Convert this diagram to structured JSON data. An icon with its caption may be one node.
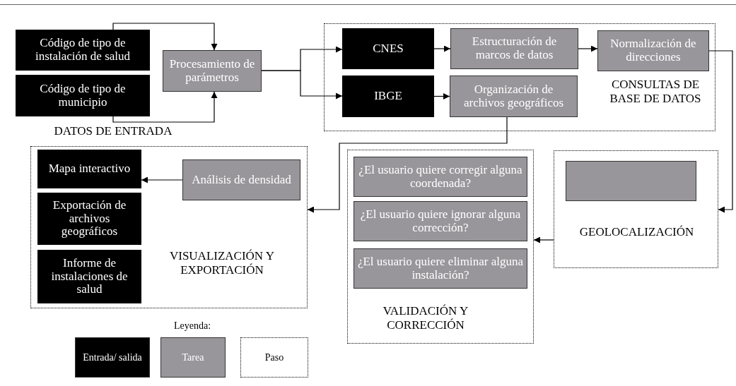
{
  "diagram": {
    "nodes": [
      {
        "text": [
          "Código de tipo de instalación de salud"
        ]
      },
      {
        "text": [
          "Código de tipo de municipio"
        ]
      },
      {
        "text": [
          "Procesamiento de parámetros"
        ]
      },
      {
        "text": [
          "CONSULTAS DE BASE DE DATOS"
        ]
      },
      {
        "text": [
          "CNES"
        ],
        "in": 3
      },
      {
        "text": [
          "Estructuración de marcos de datos"
        ],
        "in": 3
      },
      {
        "text": [
          "Normalización de direcciones"
        ],
        "in": 3
      },
      {
        "text": [
          "IBGE"
        ],
        "in": 3
      },
      {
        "text": [
          "Organización de archivos geográficos"
        ],
        "in": 3
      },
      {
        "text": [
          "VISUALIZACIÓN Y EXPORTACIÓN"
        ]
      },
      {
        "text": [
          "Mapa interactivo"
        ],
        "in": 9
      },
      {
        "text": [
          "Exportación de archivos geográficos"
        ],
        "in": 9
      },
      {
        "text": [
          "Informe de instalaciones de salud"
        ],
        "in": 9
      },
      {
        "text": [
          "Análisis de densidad"
        ],
        "in": 9
      },
      {
        "text": [
          "VALIDACIÓN Y CORRECCIÓN"
        ]
      },
      {
        "text": [
          "¿El usuario quiere corregir alguna coordenada?"
        ],
        "in": 14
      },
      {
        "text": [
          "¿El usuario quiere ignorar alguna corrección?"
        ],
        "in": 14
      },
      {
        "text": [
          "¿El usuario quiere eliminar alguna instalación?"
        ],
        "in": 14
      },
      {
        "text": [
          "GEOLOCALIZACIÓN"
        ]
      },
      {
        "text": [],
        "shape": "box",
        "in": 18
      }
    ],
    "edges": [
      {
        "from": 0,
        "to": 2,
        "arrow": "to"
      },
      {
        "from": 1,
        "to": 2,
        "arrow": "to"
      },
      {
        "from": 2,
        "to": 4,
        "arrow": "to"
      },
      {
        "from": 2,
        "to": 7,
        "arrow": "to"
      },
      {
        "from": 4,
        "to": 5,
        "arrow": "to"
      },
      {
        "from": 5,
        "to": 6,
        "arrow": "to"
      },
      {
        "from": 7,
        "to": 8,
        "arrow": "to"
      },
      {
        "from": 6,
        "to": 18,
        "arrow": "to"
      },
      {
        "from": 8,
        "to": 9,
        "arrow": "to"
      },
      {
        "from": 18,
        "to": 14,
        "arrow": "to"
      },
      {
        "from": 13,
        "to": 10,
        "arrow": "to"
      }
    ],
    "labels": [
      "DATOS DE ENTRADA",
      "Leyenda:"
    ],
    "legend": [
      {
        "text": "Entrada/ salida",
        "color": "#000000"
      },
      {
        "text": "Tarea",
        "color": "#98969b"
      },
      {
        "text": "Paso"
      }
    ]
  }
}
